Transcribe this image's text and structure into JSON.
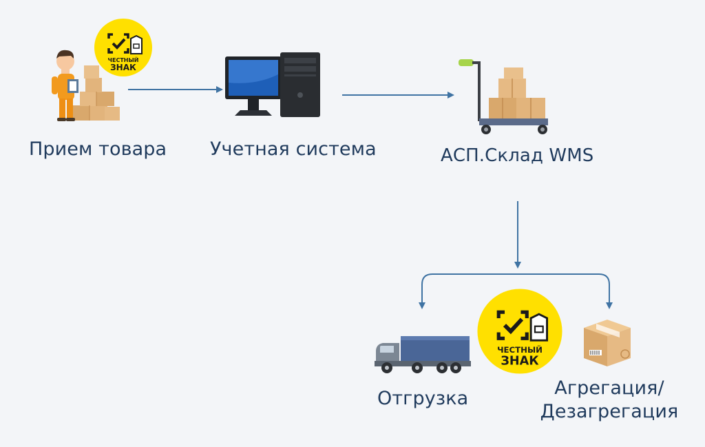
{
  "nodes": {
    "reception": {
      "label": "Прием товара"
    },
    "accounting": {
      "label": "Учетная система"
    },
    "wms": {
      "label": "АСП.Склад WMS"
    },
    "shipment": {
      "label": "Отгрузка"
    },
    "aggregation": {
      "label_line1": "Агрегация/",
      "label_line2": "Дезагрегация"
    }
  },
  "badge": {
    "line1": "ЧЕСТНЫЙ",
    "line2": "ЗНАК"
  },
  "colors": {
    "arrow": "#3f73a3",
    "badge": "#ffe000",
    "label": "#1f3a5c",
    "box": "#e2b47c",
    "truck_body": "#4a6697"
  },
  "icons": [
    "worker-icon",
    "computer-icon",
    "hand-truck-icon",
    "truck-icon",
    "box-icon",
    "chestny-znak-badge-icon"
  ]
}
